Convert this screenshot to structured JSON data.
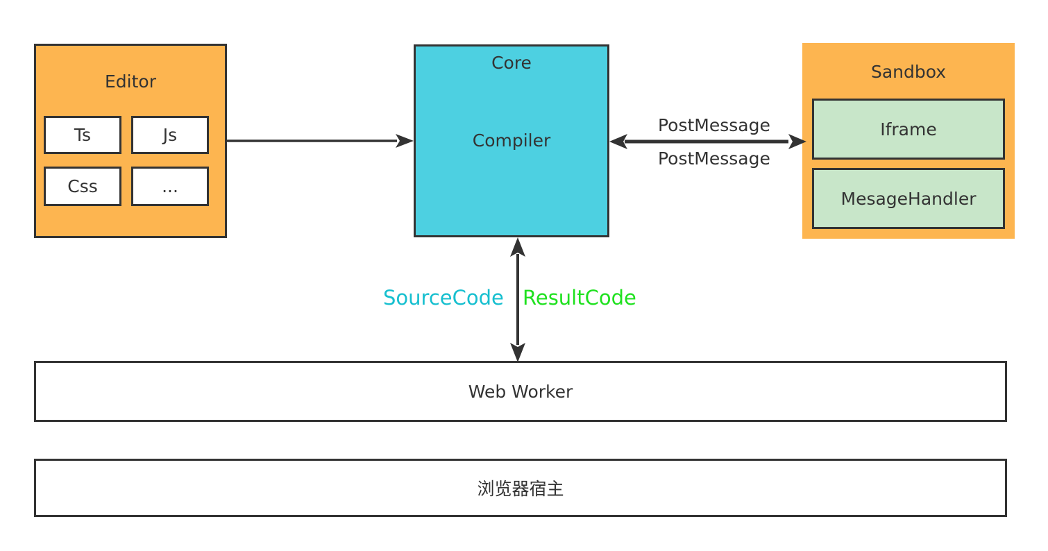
{
  "editor": {
    "title": "Editor",
    "items": [
      "Ts",
      "Js",
      "Css",
      "..."
    ]
  },
  "core": {
    "title": "Core",
    "compiler": "Compiler"
  },
  "sandbox": {
    "title": "Sandbox",
    "iframe": "Iframe",
    "handler": "MesageHandler"
  },
  "edges": {
    "postmessage_top": "PostMessage",
    "postmessage_bottom": "PostMessage",
    "source_code": "SourceCode",
    "result_code": "ResultCode"
  },
  "web_worker": "Web Worker",
  "browser_host": "浏览器宿主",
  "colors": {
    "editor_fill": "#FDB550",
    "sandbox_fill": "#FDB550",
    "core_fill": "#4DD0E1",
    "sandbox_item_fill": "#C8E6C9",
    "source_code_text": "#16BFCF",
    "result_code_text": "#1FE11F",
    "stroke": "#333333"
  }
}
